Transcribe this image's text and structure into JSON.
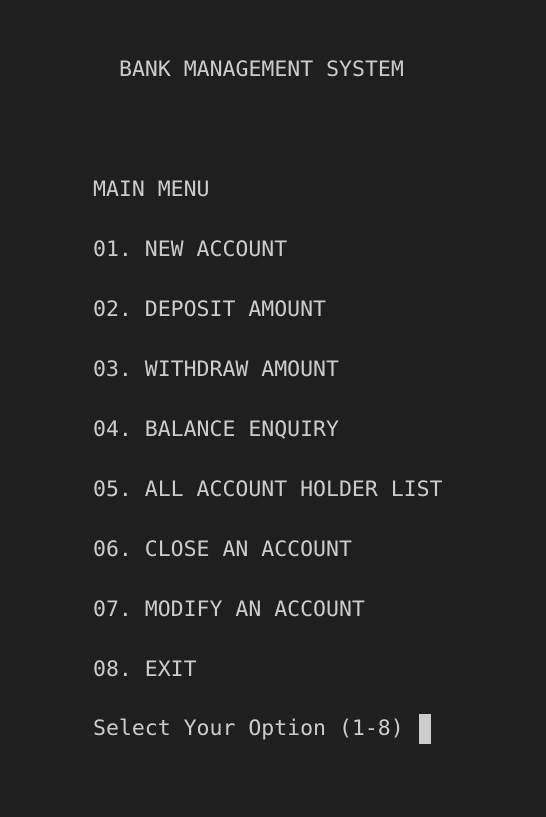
{
  "terminal": {
    "title": "BANK MANAGEMENT SYSTEM",
    "menu_heading": "MAIN MENU",
    "options": [
      "01. NEW ACCOUNT",
      "02. DEPOSIT AMOUNT",
      "03. WITHDRAW AMOUNT",
      "04. BALANCE ENQUIRY",
      "05. ALL ACCOUNT HOLDER LIST",
      "06. CLOSE AN ACCOUNT",
      "07. MODIFY AN ACCOUNT",
      "08. EXIT"
    ],
    "prompt": "Select Your Option (1-8) ",
    "colors": {
      "background": "#1f1f1f",
      "text": "#cccccc"
    }
  }
}
